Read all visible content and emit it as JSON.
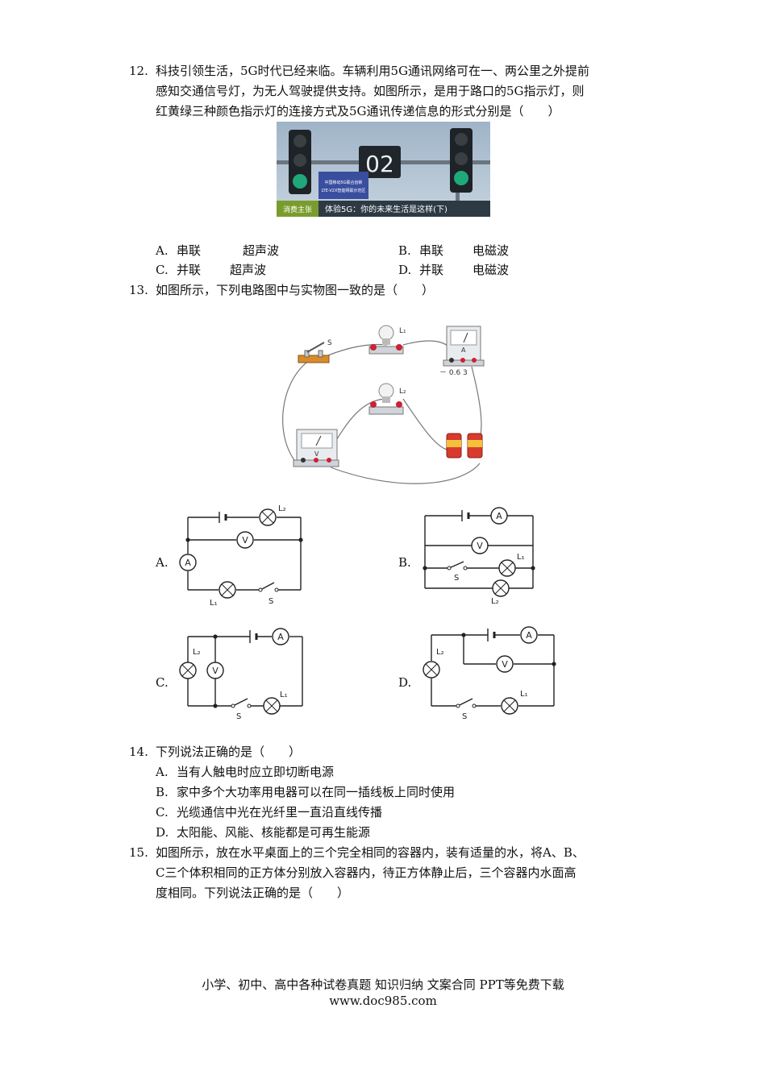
{
  "q12": {
    "num": "12.",
    "lines": [
      "科技引领生活，5G时代已经来临。车辆利用5G通讯网络可在一、两公里之外提前",
      "感知交通信号灯，为无人驾驶提供支持。如图所示，是用于路口的5G指示灯，则",
      "红黄绿三种颜色指示灯的连接方式及5G通讯传递信息的形式分别是（　　）"
    ],
    "photo": {
      "display": "02",
      "caption_left": "消费主张",
      "caption_right": "体验5G：你的未来生活是这样(下)",
      "sign_line1": "中国移动5G联合创新",
      "sign_line2": "LTE-V2X智能网联示范区"
    },
    "options": [
      {
        "label": "A.",
        "a": "串联",
        "b": "超声波"
      },
      {
        "label": "B.",
        "a": "串联",
        "b": "电磁波"
      },
      {
        "label": "C.",
        "a": "并联",
        "b": "超声波"
      },
      {
        "label": "D.",
        "a": "并联",
        "b": "电磁波"
      }
    ]
  },
  "q13": {
    "num": "13.",
    "line": "如图所示，下列电路图中与实物图一致的是（　　）",
    "real": {
      "s": "S",
      "l1": "L₁",
      "l2": "L₂",
      "scale": "－ 0.6 3",
      "v": "V",
      "a": "A"
    },
    "options": [
      "A.",
      "B.",
      "C.",
      "D."
    ],
    "labels": {
      "l1": "L₁",
      "l2": "L₂",
      "s": "S",
      "a": "A",
      "v": "V"
    }
  },
  "q14": {
    "num": "14.",
    "line": "下列说法正确的是（　　）",
    "options": [
      {
        "label": "A.",
        "text": "当有人触电时应立即切断电源"
      },
      {
        "label": "B.",
        "text": "家中多个大功率用电器可以在同一插线板上同时使用"
      },
      {
        "label": "C.",
        "text": "光缆通信中光在光纤里一直沿直线传播"
      },
      {
        "label": "D.",
        "text": "太阳能、风能、核能都是可再生能源"
      }
    ]
  },
  "q15": {
    "num": "15.",
    "lines": [
      "如图所示，放在水平桌面上的三个完全相同的容器内，装有适量的水，将A、B、",
      "C三个体积相同的正方体分别放入容器内，待正方体静止后，三个容器内水面高",
      "度相同。下列说法正确的是（　　）"
    ]
  },
  "footer": {
    "line1": "小学、初中、高中各种试卷真题 知识归纳 文案合同 PPT等免费下载",
    "line2": "www.doc985.com"
  }
}
